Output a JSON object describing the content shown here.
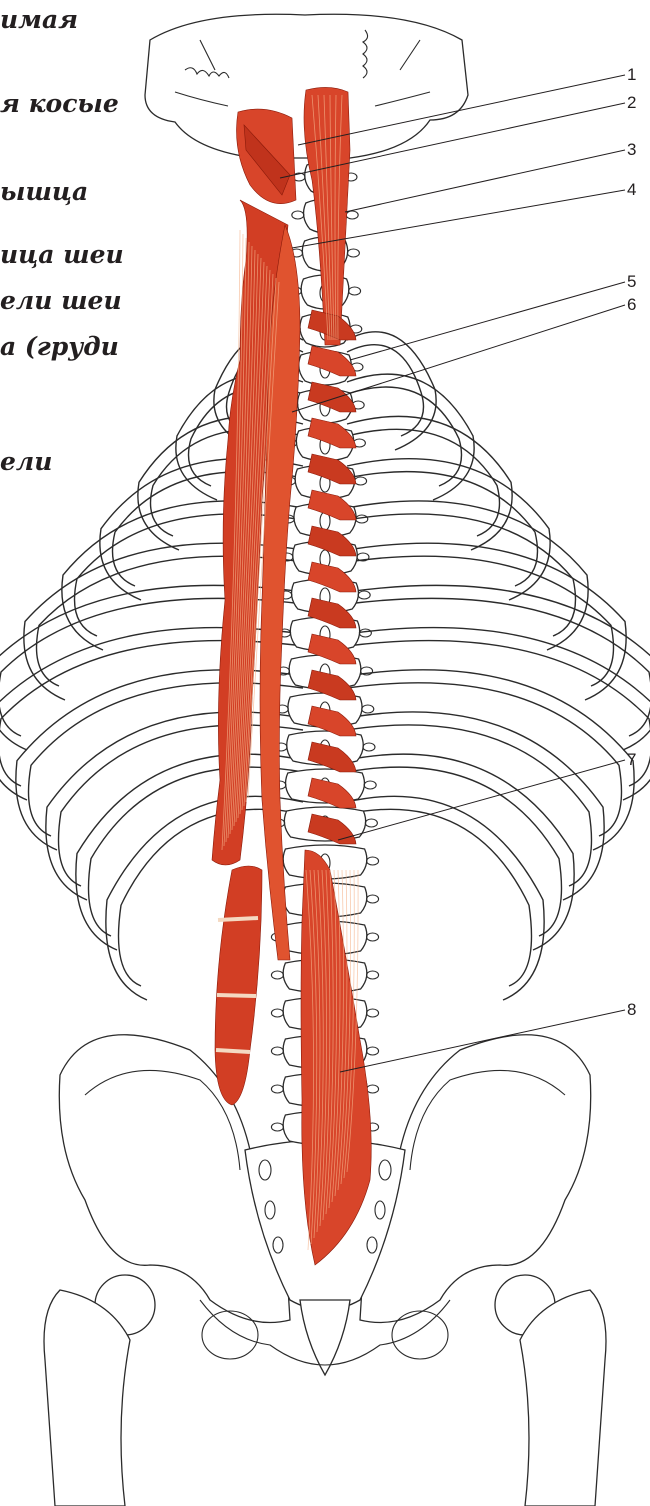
{
  "figure": {
    "captions": [
      "имая",
      "я косые",
      "ышца",
      "ица шеи",
      "ели шеи",
      "а (груди",
      "ели"
    ],
    "callouts": [
      "1",
      "2",
      "3",
      "4",
      "5",
      "6",
      "7",
      "8"
    ],
    "colors": {
      "muscle": "#d8452a",
      "muscle_dark": "#a3240f",
      "fiber_highlight": "#f5b48c",
      "bone_outline": "#2b2b2b",
      "text": "#231f20"
    }
  }
}
